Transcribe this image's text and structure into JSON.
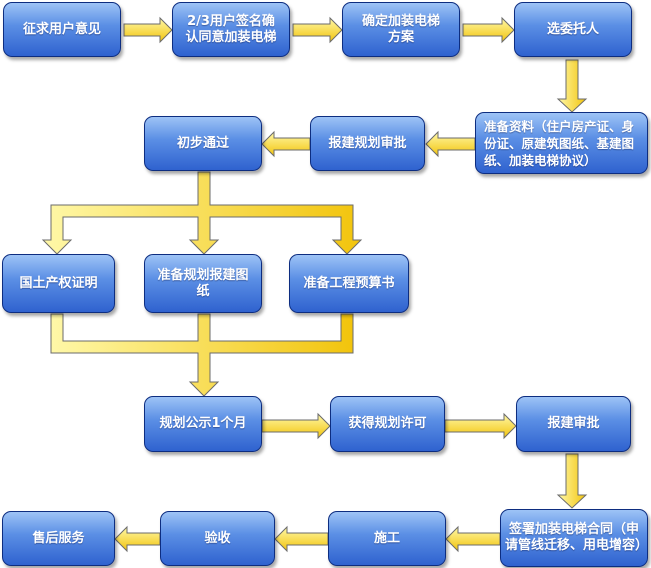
{
  "steps": {
    "s1": "征求用户意见",
    "s2": "2/3用户签名确认同意加装电梯",
    "s3": "确定加装电梯方案",
    "s4": "选委托人",
    "s5": "准备资料（住户房产证、身份证、原建筑图纸、基建图纸、加装电梯协议）",
    "s6": "报建规划审批",
    "s7": "初步通过",
    "s8": "国土产权证明",
    "s9": "准备规划报建图纸",
    "s10": "准备工程预算书",
    "s11": "规划公示1个月",
    "s12": "获得规划许可",
    "s13": "报建审批",
    "s14": "签署加装电梯合同（申请管线迁移、用电增容）",
    "s15": "施工",
    "s16": "验收",
    "s17": "售后服务"
  },
  "colors": {
    "box_top": "#9dc3f6",
    "box_bottom": "#2f62cf",
    "box_border": "#0d2d80",
    "arrow_fill_light": "#fff8a8",
    "arrow_fill_dark": "#f2c40c",
    "arrow_stroke": "#6b6b6b"
  }
}
